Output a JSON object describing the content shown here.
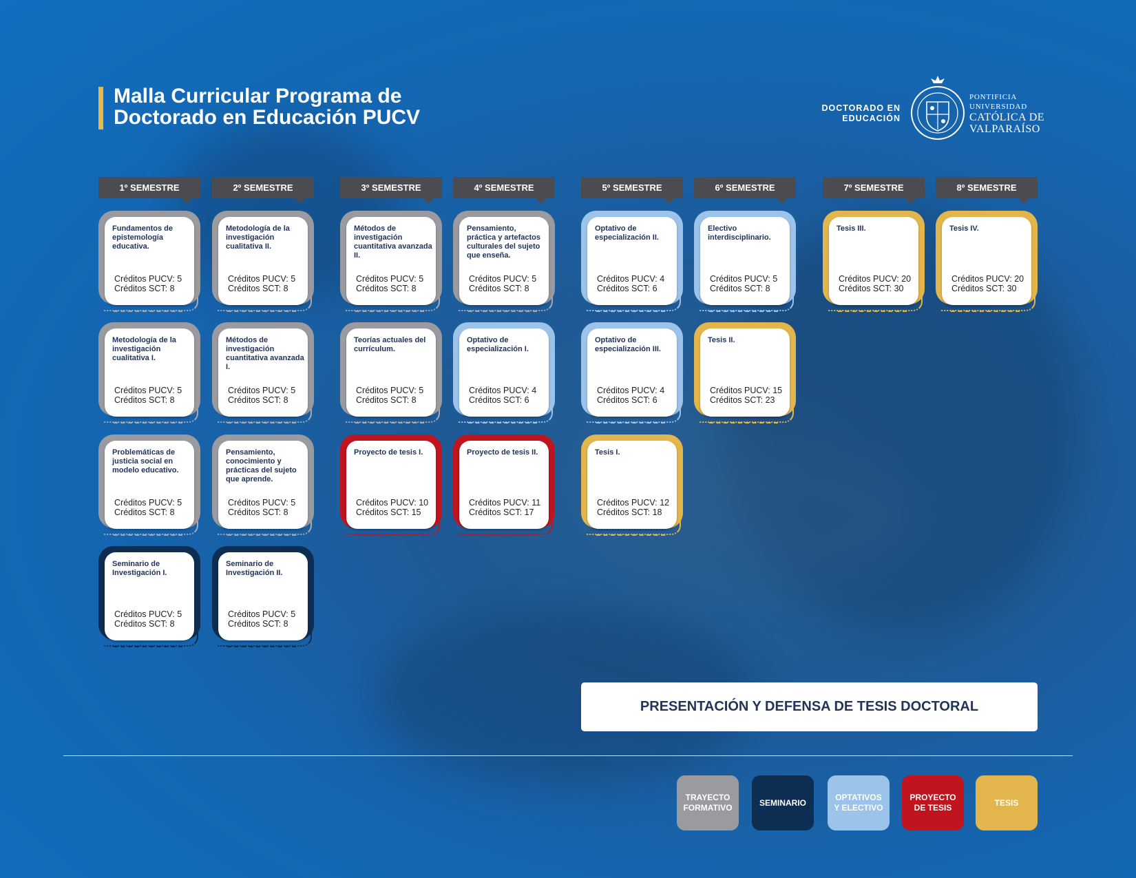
{
  "title": {
    "line1": "Malla Curricular Programa de",
    "line2": "Doctorado en Educación PUCV"
  },
  "brand": {
    "program_line1": "DOCTORADO EN",
    "program_line2": "EDUCACIÓN",
    "univ_line1": "PONTIFICIA",
    "univ_line2": "UNIVERSIDAD",
    "univ_line3": "CATÓLICA DE",
    "univ_line4": "VALPARAÍSO"
  },
  "colors": {
    "trayecto_formativo": "#9a9ba1",
    "seminario": "#0d2d52",
    "optativos_electivo": "#9cc3ea",
    "proyecto_tesis": "#c0141e",
    "tesis": "#e2b64c",
    "semester_header": "#4a4c52",
    "title_accent": "#e8b84a"
  },
  "semesters": [
    {
      "label": "1º SEMESTRE",
      "courses": [
        {
          "name": "Fundamentos de epistemología educativa.",
          "pucv": "Créditos PUCV: 5",
          "sct": "Créditos SCT: 8",
          "category": "trayecto_formativo"
        },
        {
          "name": "Metodología de la investigación cualitativa I.",
          "pucv": "Créditos PUCV: 5",
          "sct": "Créditos SCT: 8",
          "category": "trayecto_formativo"
        },
        {
          "name": "Problemáticas de justicia social en modelo educativo.",
          "pucv": "Créditos PUCV: 5",
          "sct": "Créditos SCT: 8",
          "category": "trayecto_formativo"
        },
        {
          "name": "Seminario de Investigación I.",
          "pucv": "Créditos PUCV: 5",
          "sct": "Créditos SCT: 8",
          "category": "seminario"
        }
      ]
    },
    {
      "label": "2º SEMESTRE",
      "courses": [
        {
          "name": "Metodología de la investigación cualitativa II.",
          "pucv": "Créditos PUCV: 5",
          "sct": "Créditos SCT: 8",
          "category": "trayecto_formativo"
        },
        {
          "name": "Métodos de investigación cuantitativa avanzada I.",
          "pucv": "Créditos PUCV: 5",
          "sct": "Créditos SCT: 8",
          "category": "trayecto_formativo"
        },
        {
          "name": "Pensamiento, conocimiento y prácticas del sujeto que aprende.",
          "pucv": "Créditos PUCV: 5",
          "sct": "Créditos SCT: 8",
          "category": "trayecto_formativo"
        },
        {
          "name": "Seminario de Investigación II.",
          "pucv": "Créditos PUCV: 5",
          "sct": "Créditos SCT: 8",
          "category": "seminario"
        }
      ]
    },
    {
      "label": "3º SEMESTRE",
      "courses": [
        {
          "name": "Métodos de investigación cuantitativa avanzada II.",
          "pucv": "Créditos PUCV: 5",
          "sct": "Créditos SCT: 8",
          "category": "trayecto_formativo"
        },
        {
          "name": "Teorías actuales del currículum.",
          "pucv": "Créditos PUCV: 5",
          "sct": "Créditos SCT: 8",
          "category": "trayecto_formativo"
        },
        {
          "name": "Proyecto de tesis I.",
          "pucv": "Créditos PUCV: 10",
          "sct": "Créditos SCT: 15",
          "category": "proyecto_tesis"
        }
      ]
    },
    {
      "label": "4º SEMESTRE",
      "courses": [
        {
          "name": "Pensamiento, práctica y artefactos culturales del sujeto que enseña.",
          "pucv": "Créditos PUCV: 5",
          "sct": "Créditos SCT: 8",
          "category": "trayecto_formativo"
        },
        {
          "name": "Optativo de especialización I.",
          "pucv": "Créditos PUCV: 4",
          "sct": "Créditos SCT: 6",
          "category": "optativos_electivo"
        },
        {
          "name": "Proyecto de tesis II.",
          "pucv": "Créditos PUCV: 11",
          "sct": "Créditos SCT: 17",
          "category": "proyecto_tesis"
        }
      ]
    },
    {
      "label": "5º SEMESTRE",
      "courses": [
        {
          "name": "Optativo de especialización II.",
          "pucv": "Créditos PUCV: 4",
          "sct": "Créditos SCT: 6",
          "category": "optativos_electivo"
        },
        {
          "name": "Optativo de especialización III.",
          "pucv": "Créditos PUCV: 4",
          "sct": "Créditos SCT: 6",
          "category": "optativos_electivo"
        },
        {
          "name": "Tesis I.",
          "pucv": "Créditos PUCV: 12",
          "sct": "Créditos SCT: 18",
          "category": "tesis"
        }
      ]
    },
    {
      "label": "6º SEMESTRE",
      "courses": [
        {
          "name": "Electivo interdisciplinario.",
          "pucv": "Créditos PUCV: 5",
          "sct": "Créditos SCT: 8",
          "category": "optativos_electivo"
        },
        {
          "name": "Tesis II.",
          "pucv": "Créditos PUCV: 15",
          "sct": "Créditos SCT: 23",
          "category": "tesis"
        }
      ]
    },
    {
      "label": "7º SEMESTRE",
      "courses": [
        {
          "name": "Tesis III.",
          "pucv": "Créditos PUCV: 20",
          "sct": "Créditos SCT: 30",
          "category": "tesis"
        }
      ]
    },
    {
      "label": "8º SEMESTRE",
      "courses": [
        {
          "name": "Tesis IV.",
          "pucv": "Créditos PUCV: 20",
          "sct": "Créditos SCT: 30",
          "category": "tesis"
        }
      ]
    }
  ],
  "defense": "PRESENTACIÓN Y DEFENSA DE TESIS DOCTORAL",
  "legend": [
    {
      "line1": "TRAYECTO",
      "line2": "FORMATIVO"
    },
    {
      "line1": "SEMINARIO",
      "line2": ""
    },
    {
      "line1": "OPTATIVOS",
      "line2": "Y ELECTIVO"
    },
    {
      "line1": "PROYECTO",
      "line2": "DE TESIS"
    },
    {
      "line1": "TESIS",
      "line2": ""
    }
  ]
}
